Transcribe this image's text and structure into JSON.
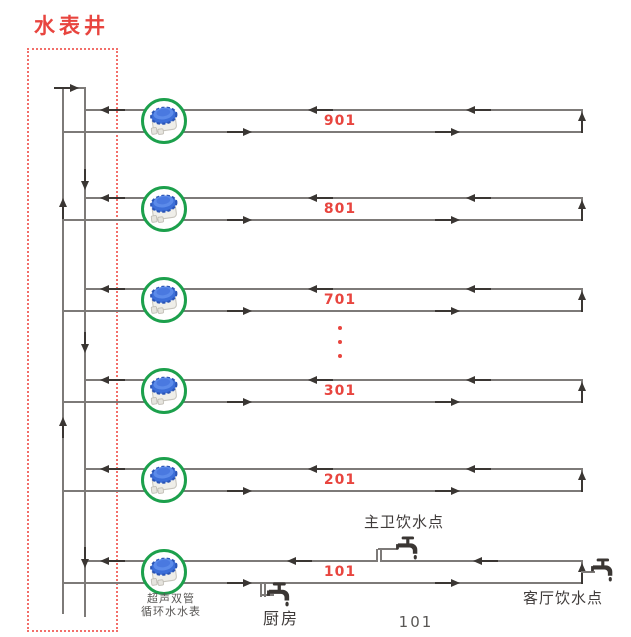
{
  "title": "水表井",
  "floors": [
    {
      "label": "901"
    },
    {
      "label": "801"
    },
    {
      "label": "701"
    },
    {
      "label": "301"
    },
    {
      "label": "201"
    },
    {
      "label": "101"
    }
  ],
  "branches": {
    "master_bath": {
      "label": "主卫饮水点"
    },
    "kitchen": {
      "label": "厨房"
    },
    "living_room": {
      "label": "客厅饮水点"
    }
  },
  "meter_caption": {
    "line1": "超声双管",
    "line2": "循环水水表"
  },
  "bottom_label": "101",
  "icons": {
    "water_meter": "water-meter-icon",
    "faucet": "faucet-icon",
    "flow_arrow": "flow-arrow"
  },
  "colors": {
    "accent_red": "#E8453F",
    "dotted_red": "#F26F6A",
    "pipe_gray": "#7D7A78",
    "arrow_dark": "#3A3633",
    "meter_ring_green": "#1CA04C",
    "text_dark": "#3F3B3A",
    "caption_gray": "#595755"
  }
}
